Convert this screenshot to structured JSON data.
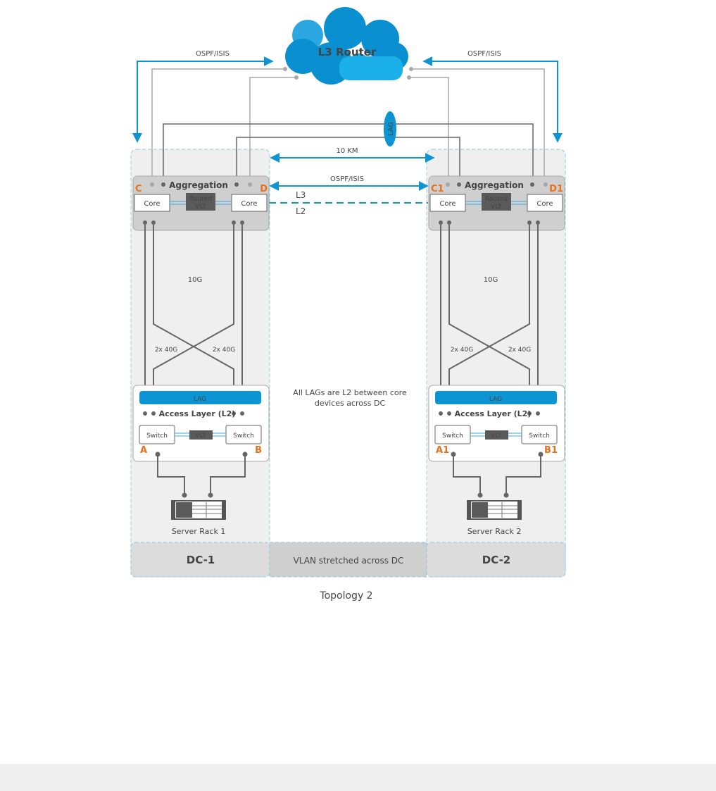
{
  "diagram": {
    "caption": "Topology 2",
    "router": {
      "label": "L3 Router"
    },
    "links": {
      "ospf_left": "OSPF/ISIS",
      "ospf_right": "OSPF/ISIS",
      "ospf_middle": "OSPF/ISIS",
      "distance": "10 KM",
      "lag_top": "LAG",
      "l3": "L3",
      "l2": "L2",
      "note": [
        "All LAGs are L2 between core",
        "devices across DC"
      ]
    },
    "dc1": {
      "name": "DC-1",
      "aggregation": "Aggregation",
      "core_left_label": "C",
      "core_right_label": "D",
      "core": "Core",
      "routed_vlt": [
        "Routed",
        "VLT"
      ],
      "uplink_speed": "10G",
      "cross_left": "2x 40G",
      "cross_right": "2x 40G",
      "lag": "LAG",
      "access_layer": "Access Layer (L2)",
      "switch": "Switch",
      "vlt": "VLT",
      "switch_left_label": "A",
      "switch_right_label": "B",
      "server_rack": "Server Rack 1"
    },
    "dc2": {
      "name": "DC-2",
      "aggregation": "Aggregation",
      "core_left_label": "C1",
      "core_right_label": "D1",
      "core": "Core",
      "routed_vlt": [
        "Routed",
        "VLT"
      ],
      "uplink_speed": "10G",
      "cross_left": "2x 40G",
      "cross_right": "2x 40G",
      "lag": "LAG",
      "access_layer": "Access Layer (L2)",
      "switch": "Switch",
      "vlt": "VLT",
      "switch_left_label": "A1",
      "switch_right_label": "B1",
      "server_rack": "Server Rack 2"
    },
    "vlan_band": "VLAN stretched across DC",
    "colors": {
      "accent_blue": "#0d94d2",
      "cloud_blue": "#0a8fd0",
      "orange": "#e8711c",
      "dc_bg": "#efefef",
      "agg_bg": "#cfcfcf",
      "wire_dark": "#666666",
      "wire_light": "#a8a8a8"
    }
  }
}
